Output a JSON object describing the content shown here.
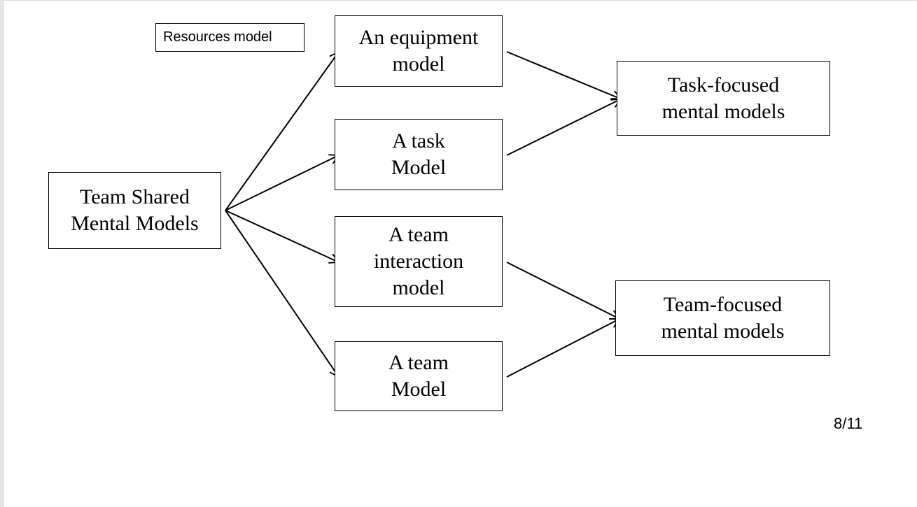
{
  "diagram": {
    "annotation_label": "Resources model",
    "page_number": "8/11",
    "nodes": {
      "root": "Team Shared\nMental Models",
      "equipment": "An equipment\nmodel",
      "task": "A task\nModel",
      "interaction": "A team\ninteraction\nmodel",
      "team": "A team\nModel",
      "task_focused": "Task-focused\nmental models",
      "team_focused": "Team-focused\nmental models"
    },
    "edges": [
      {
        "from": "root",
        "to": "equipment"
      },
      {
        "from": "root",
        "to": "task"
      },
      {
        "from": "root",
        "to": "interaction"
      },
      {
        "from": "root",
        "to": "team"
      },
      {
        "from": "equipment",
        "to": "task_focused"
      },
      {
        "from": "task",
        "to": "task_focused"
      },
      {
        "from": "interaction",
        "to": "team_focused"
      },
      {
        "from": "team",
        "to": "team_focused"
      }
    ]
  }
}
